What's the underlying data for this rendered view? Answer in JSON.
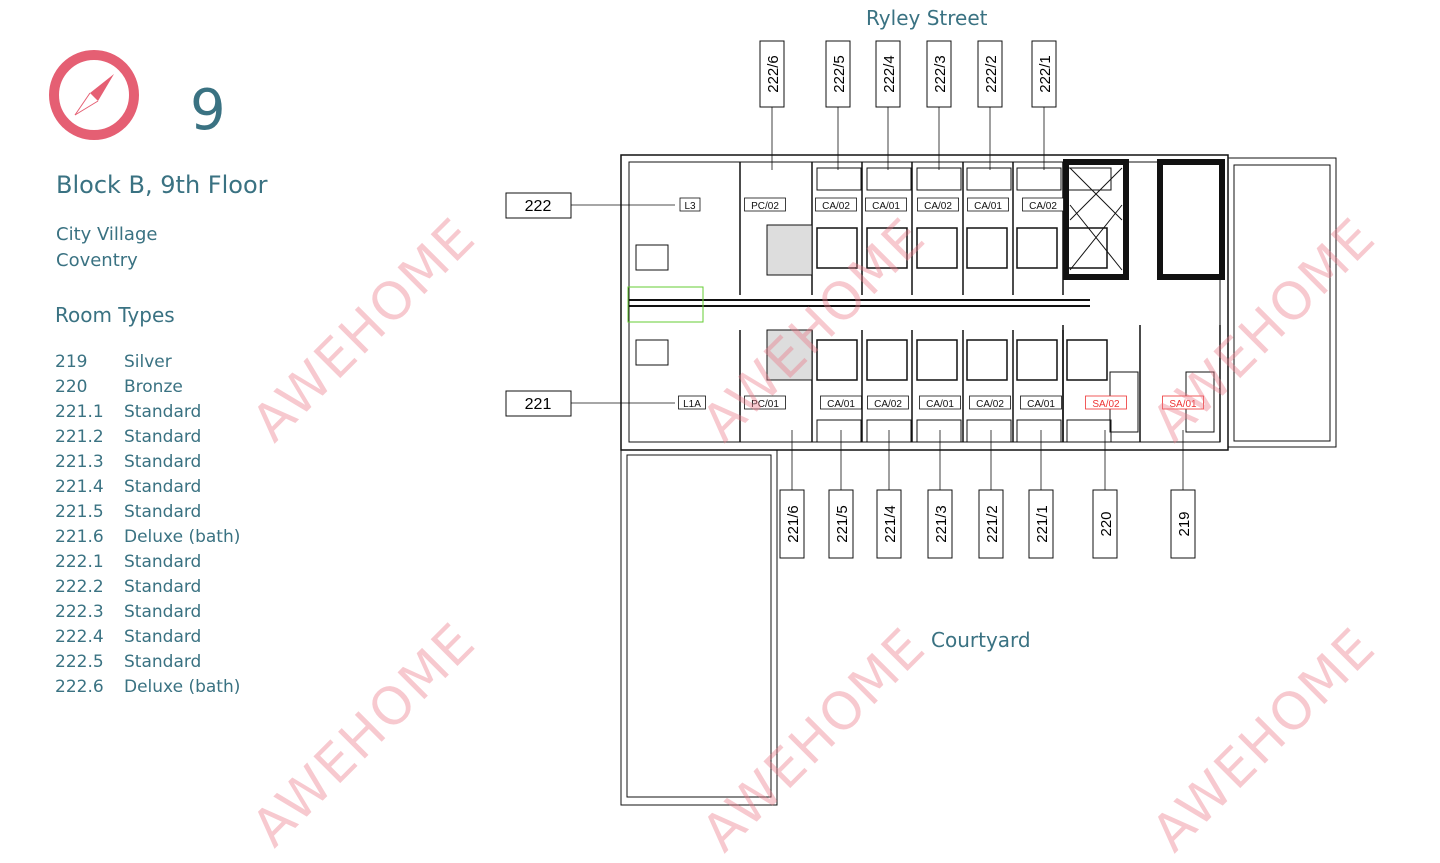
{
  "header": {
    "floor_number": "9",
    "title": "Block B, 9th Floor",
    "address_line1": "City Village",
    "address_line2": "Coventry"
  },
  "legend": {
    "heading": "Room Types",
    "items": [
      {
        "id": "219",
        "type": "Silver"
      },
      {
        "id": "220",
        "type": "Bronze"
      },
      {
        "id": "221.1",
        "type": "Standard"
      },
      {
        "id": "221.2",
        "type": "Standard"
      },
      {
        "id": "221.3",
        "type": "Standard"
      },
      {
        "id": "221.4",
        "type": "Standard"
      },
      {
        "id": "221.5",
        "type": "Standard"
      },
      {
        "id": "221.6",
        "type": "Deluxe (bath)"
      },
      {
        "id": "222.1",
        "type": "Standard"
      },
      {
        "id": "222.2",
        "type": "Standard"
      },
      {
        "id": "222.3",
        "type": "Standard"
      },
      {
        "id": "222.4",
        "type": "Standard"
      },
      {
        "id": "222.5",
        "type": "Standard"
      },
      {
        "id": "222.6",
        "type": "Deluxe (bath)"
      }
    ]
  },
  "plan": {
    "street": "Ryley Street",
    "courtyard": "Courtyard",
    "top_callouts": [
      "222/6",
      "222/5",
      "222/4",
      "222/3",
      "222/2",
      "222/1"
    ],
    "bottom_callouts": [
      "221/6",
      "221/5",
      "221/4",
      "221/3",
      "221/2",
      "221/1",
      "220",
      "219"
    ],
    "side_callouts": [
      "222",
      "221"
    ],
    "top_room_labels": [
      "L3",
      "PC/02",
      "CA/02",
      "CA/01",
      "CA/02",
      "CA/01",
      "CA/02"
    ],
    "bottom_room_labels": [
      "L1A",
      "PC/01",
      "CA/01",
      "CA/02",
      "CA/01",
      "CA/02",
      "CA/01",
      "SA/02",
      "SA/01"
    ]
  },
  "watermark": "AWEHOME",
  "colors": {
    "accent": "#e55f73",
    "text": "#3a7282"
  }
}
